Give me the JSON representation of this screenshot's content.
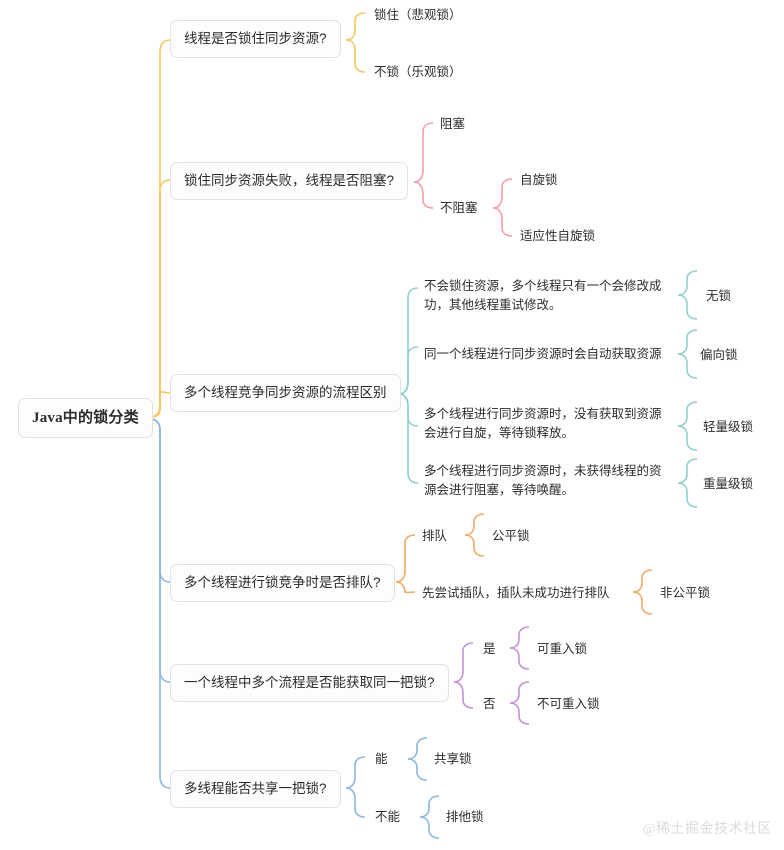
{
  "colors": {
    "trunk_top": "#f5c75e",
    "trunk_bottom": "#8cb8dd",
    "branch_1": "#f5c75e",
    "branch_2": "#f29fa8",
    "branch_3": "#8fd0ce",
    "branch_4": "#f0ab66",
    "branch_5": "#c38fd8",
    "branch_6": "#8cb8dd",
    "node_border": "#e2e2e2",
    "node_bg": "#fdfdfd",
    "text": "#2d2d2d",
    "watermark": "#dcdcdc"
  },
  "root": {
    "label": "Java中的锁分类"
  },
  "watermark": {
    "text": "@稀土掘金技术社区"
  },
  "branches": [
    {
      "id": "lock-sync-resource",
      "label": "线程是否锁住同步资源?",
      "children": [
        {
          "label": "锁住（悲观锁）",
          "children": []
        },
        {
          "label": "不锁（乐观锁）",
          "children": []
        }
      ]
    },
    {
      "id": "lock-fail-block",
      "label": "锁住同步资源失败，线程是否阻塞?",
      "children": [
        {
          "label": "阻塞",
          "children": []
        },
        {
          "label": "不阻塞",
          "children": [
            {
              "label": "自旋锁"
            },
            {
              "label": "适应性自旋锁"
            }
          ]
        }
      ]
    },
    {
      "id": "multi-thread-compete",
      "label": "多个线程竞争同步资源的流程区别",
      "children": [
        {
          "label": "不会锁住资源，多个线程只有一个会修改成功，其他线程重试修改。",
          "children": [
            {
              "label": "无锁"
            }
          ]
        },
        {
          "label": "同一个线程进行同步资源时会自动获取资源",
          "children": [
            {
              "label": "偏向锁"
            }
          ]
        },
        {
          "label": "多个线程进行同步资源时，没有获取到资源会进行自旋，等待锁释放。",
          "children": [
            {
              "label": "轻量级锁"
            }
          ]
        },
        {
          "label": "多个线程进行同步资源时，未获得线程的资源会进行阻塞，等待唤醒。",
          "children": [
            {
              "label": "重量级锁"
            }
          ]
        }
      ]
    },
    {
      "id": "queue-on-contention",
      "label": "多个线程进行锁竞争时是否排队?",
      "children": [
        {
          "label": "排队",
          "children": [
            {
              "label": "公平锁"
            }
          ]
        },
        {
          "label": "先尝试插队，插队未成功进行排队",
          "children": [
            {
              "label": "非公平锁"
            }
          ]
        }
      ]
    },
    {
      "id": "reentrant",
      "label": "一个线程中多个流程是否能获取同一把锁?",
      "children": [
        {
          "label": "是",
          "children": [
            {
              "label": "可重入锁"
            }
          ]
        },
        {
          "label": "否",
          "children": [
            {
              "label": "不可重入锁"
            }
          ]
        }
      ]
    },
    {
      "id": "share-lock",
      "label": "多线程能否共享一把锁?",
      "children": [
        {
          "label": "能",
          "children": [
            {
              "label": "共享锁"
            }
          ]
        },
        {
          "label": "不能",
          "children": [
            {
              "label": "排他锁"
            }
          ]
        }
      ]
    }
  ]
}
